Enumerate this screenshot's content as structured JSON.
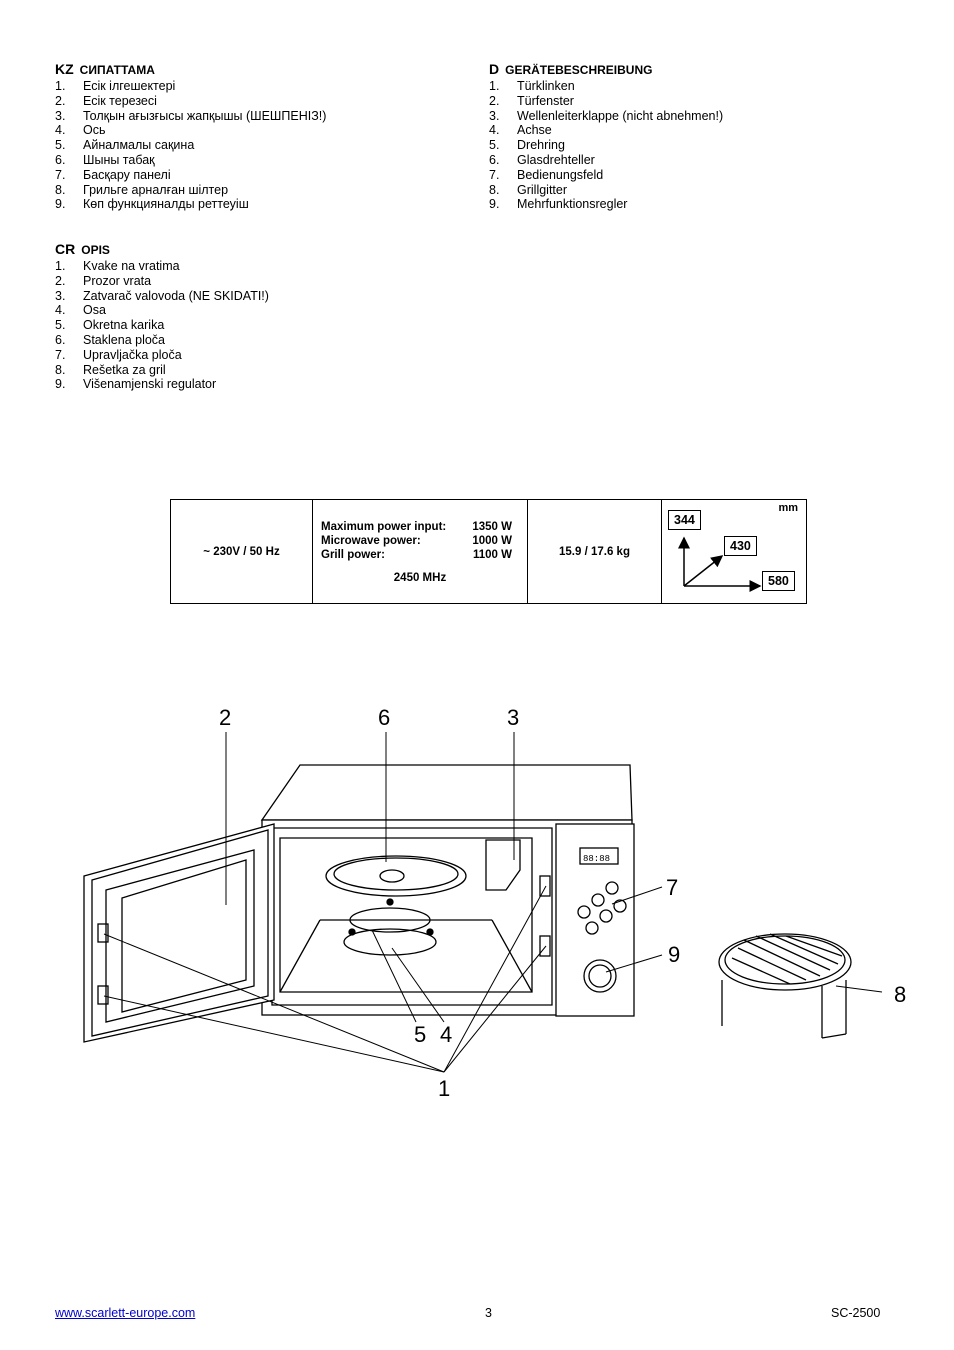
{
  "sections": {
    "kz": {
      "code": "KZ",
      "title": "СИПАТТАМА",
      "items": [
        {
          "num": "1.",
          "text": "Есік ілгешектері"
        },
        {
          "num": "2.",
          "text": "Есік терезесі"
        },
        {
          "num": "3.",
          "text": "Толқын ағызғысы жапқышы (ШЕШПЕНІЗ!)"
        },
        {
          "num": "4.",
          "text": "Ось"
        },
        {
          "num": "5.",
          "text": "Айналмалы сақина"
        },
        {
          "num": "6.",
          "text": "Шыны табақ"
        },
        {
          "num": "7.",
          "text": "Басқару панелі"
        },
        {
          "num": "8.",
          "text": "Грильге арналған шілтер"
        },
        {
          "num": "9.",
          "text": "Көп функцияналды реттеуіш"
        }
      ]
    },
    "d": {
      "code": "D",
      "title": "GERÄTEBESCHREIBUNG",
      "items": [
        {
          "num": "1.",
          "text": "Türklinken"
        },
        {
          "num": "2.",
          "text": "Türfenster"
        },
        {
          "num": "3.",
          "text": "Wellenleiterklappe (nicht abnehmen!)"
        },
        {
          "num": "4.",
          "text": "Achse"
        },
        {
          "num": "5.",
          "text": "Drehring"
        },
        {
          "num": "6.",
          "text": "Glasdrehteller"
        },
        {
          "num": "7.",
          "text": "Bedienungsfeld"
        },
        {
          "num": "8.",
          "text": "Grillgitter"
        },
        {
          "num": "9.",
          "text": "Mehrfunktionsregler"
        }
      ]
    },
    "cr": {
      "code": "CR",
      "title": "OPIS",
      "items": [
        {
          "num": "1.",
          "text": "Kvake na vratima"
        },
        {
          "num": "2.",
          "text": "Prozor vrata"
        },
        {
          "num": "3.",
          "text": "Zatvarač valovoda (NE SKIDATI!)"
        },
        {
          "num": "4.",
          "text": "Osa"
        },
        {
          "num": "5.",
          "text": "Okretna karika"
        },
        {
          "num": "6.",
          "text": "Staklena ploča"
        },
        {
          "num": "7.",
          "text": "Upravljačka ploča"
        },
        {
          "num": "8.",
          "text": "Rešetka za gril"
        },
        {
          "num": "9.",
          "text": "Višenamjenski regulator"
        }
      ]
    }
  },
  "specs": {
    "voltage": "~ 230V / 50 Hz",
    "max_power_label": "Maximum power input:",
    "max_power_value": "1350 W",
    "microwave_label": "Microwave power:",
    "microwave_value": "1000 W",
    "grill_label": "Grill power:",
    "grill_value": "1100 W",
    "frequency": "2450 MHz",
    "weight": "15.9 / 17.6  kg",
    "unit": "mm",
    "height": "344",
    "depth": "430",
    "width": "580"
  },
  "figure": {
    "callouts": [
      "1",
      "2",
      "3",
      "4",
      "5",
      "6",
      "7",
      "8",
      "9"
    ],
    "display_text": "88:88"
  },
  "footer": {
    "website": "www.scarlett-europe.com",
    "page": "3",
    "model": "SC-2500"
  }
}
